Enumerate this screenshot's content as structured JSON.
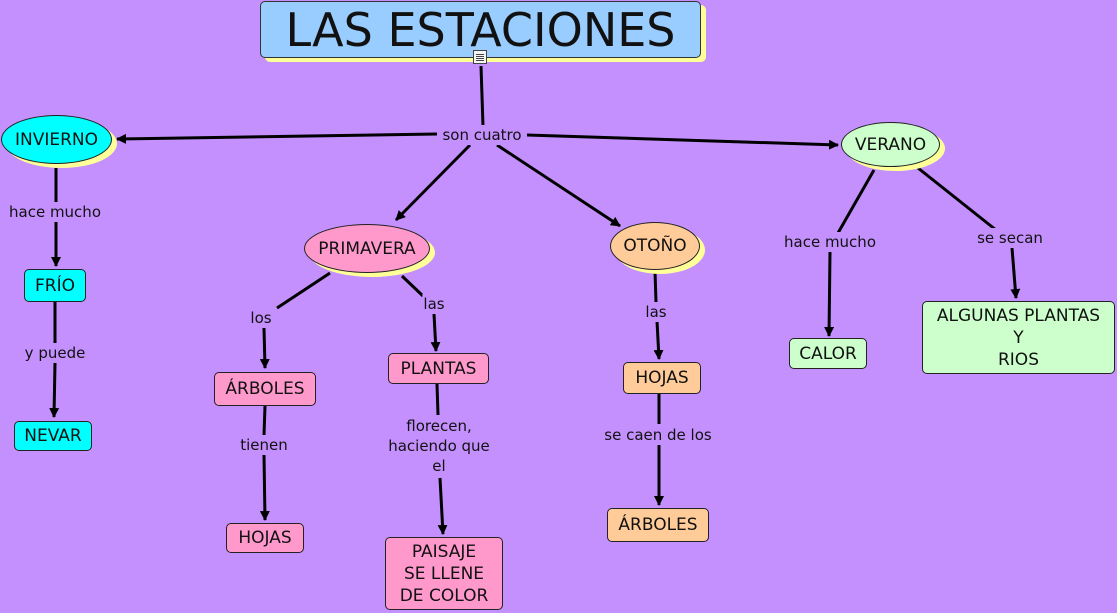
{
  "title": "LAS ESTACIONES",
  "icons": {
    "attachment": "document-icon"
  },
  "colors": {
    "background": "#c490fe",
    "title": "#99ccff",
    "invierno": "#00ffff",
    "primavera": "#ff99cc",
    "otono": "#ffcc99",
    "verano": "#ccffcc",
    "shadow": "#ffff99"
  },
  "nodes": {
    "invierno": "INVIERNO",
    "verano": "VERANO",
    "primavera": "PRIMAVERA",
    "otono": "OTOÑO",
    "frio": "FRÍO",
    "nevar": "NEVAR",
    "arboles_primavera": "ÁRBOLES",
    "hojas_primavera": "HOJAS",
    "plantas": "PLANTAS",
    "paisaje": "PAISAJE\nSE LLENE\nDE COLOR",
    "hojas_otono": "HOJAS",
    "arboles_otono": "ÁRBOLES",
    "calor": "CALOR",
    "algunas_plantas": "ALGUNAS PLANTAS\nY\nRIOS"
  },
  "links": {
    "son_cuatro": "son cuatro",
    "hace_mucho_invierno": "hace mucho",
    "y_puede": "y puede",
    "los": "los",
    "las_primavera": "las",
    "tienen": "tienen",
    "florecen": "florecen,\nhaciendo que\nel",
    "las_otono": "las",
    "se_caen": "se caen de los",
    "hace_mucho_verano": "hace mucho",
    "se_secan": "se secan"
  }
}
